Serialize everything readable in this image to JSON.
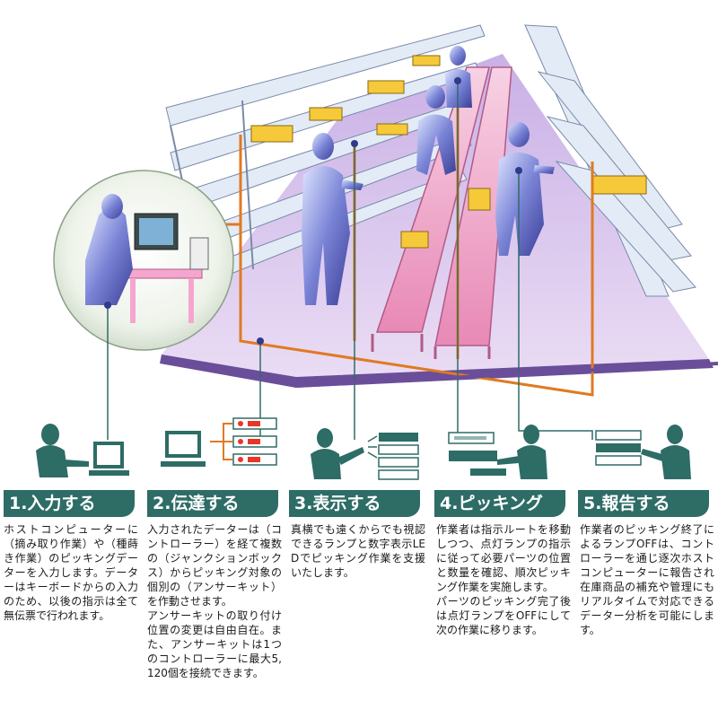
{
  "steps": [
    {
      "label": "1.入力する",
      "description": [
        "ホストコンピューターに（摘み取り作業）や（種蒔き作業）のピッキングデーターを入力します。データーはキーボードからの入力のため、以後の指示は全て無伝票で行われます。"
      ]
    },
    {
      "label": "2.伝達する",
      "description": [
        "入力されたデーターは（コントローラー）を経て複数の（ジャンクションボックス）からピッキング対象の個別の（アンサーキット）を作動させます。",
        "アンサーキットの取り付け位置の変更は自由自在。また、アンサーキットは1つのコントローラーに最大5,120個を接続できます。"
      ]
    },
    {
      "label": "3.表示する",
      "description": [
        "真横でも遠くからでも視認できるランプと数字表示LEDでピッキング作業を支援いたします。"
      ]
    },
    {
      "label": "4.ピッキング",
      "description": [
        "作業者は指示ルートを移動しつつ、点灯ランプの指示に従って必要パーツの位置と数量を確認、順次ピッキング作業を実施します。",
        "パーツのピッキング完了後は点灯ランプをOFFにして次の作業に移ります。"
      ]
    },
    {
      "label": "5.報告する",
      "description": [
        "作業者のピッキング終了によるランプOFFは、コントローラーを通じ逐次ホストコンピューターに報告され在庫商品の補充や管理にもリアルタイムで対応できるデーター分析を可能にします。"
      ]
    }
  ],
  "colors": {
    "teal": "#2e6c66",
    "wire": "#e07a22",
    "floor": "#d9b8ea",
    "floor_edge": "#6a4e9a",
    "shelf": "#dfe7f3",
    "box": "#f5c93a",
    "worker": "#6b75c9",
    "conveyor": "#ef9fc4",
    "lamp_red": "#e8352a"
  }
}
